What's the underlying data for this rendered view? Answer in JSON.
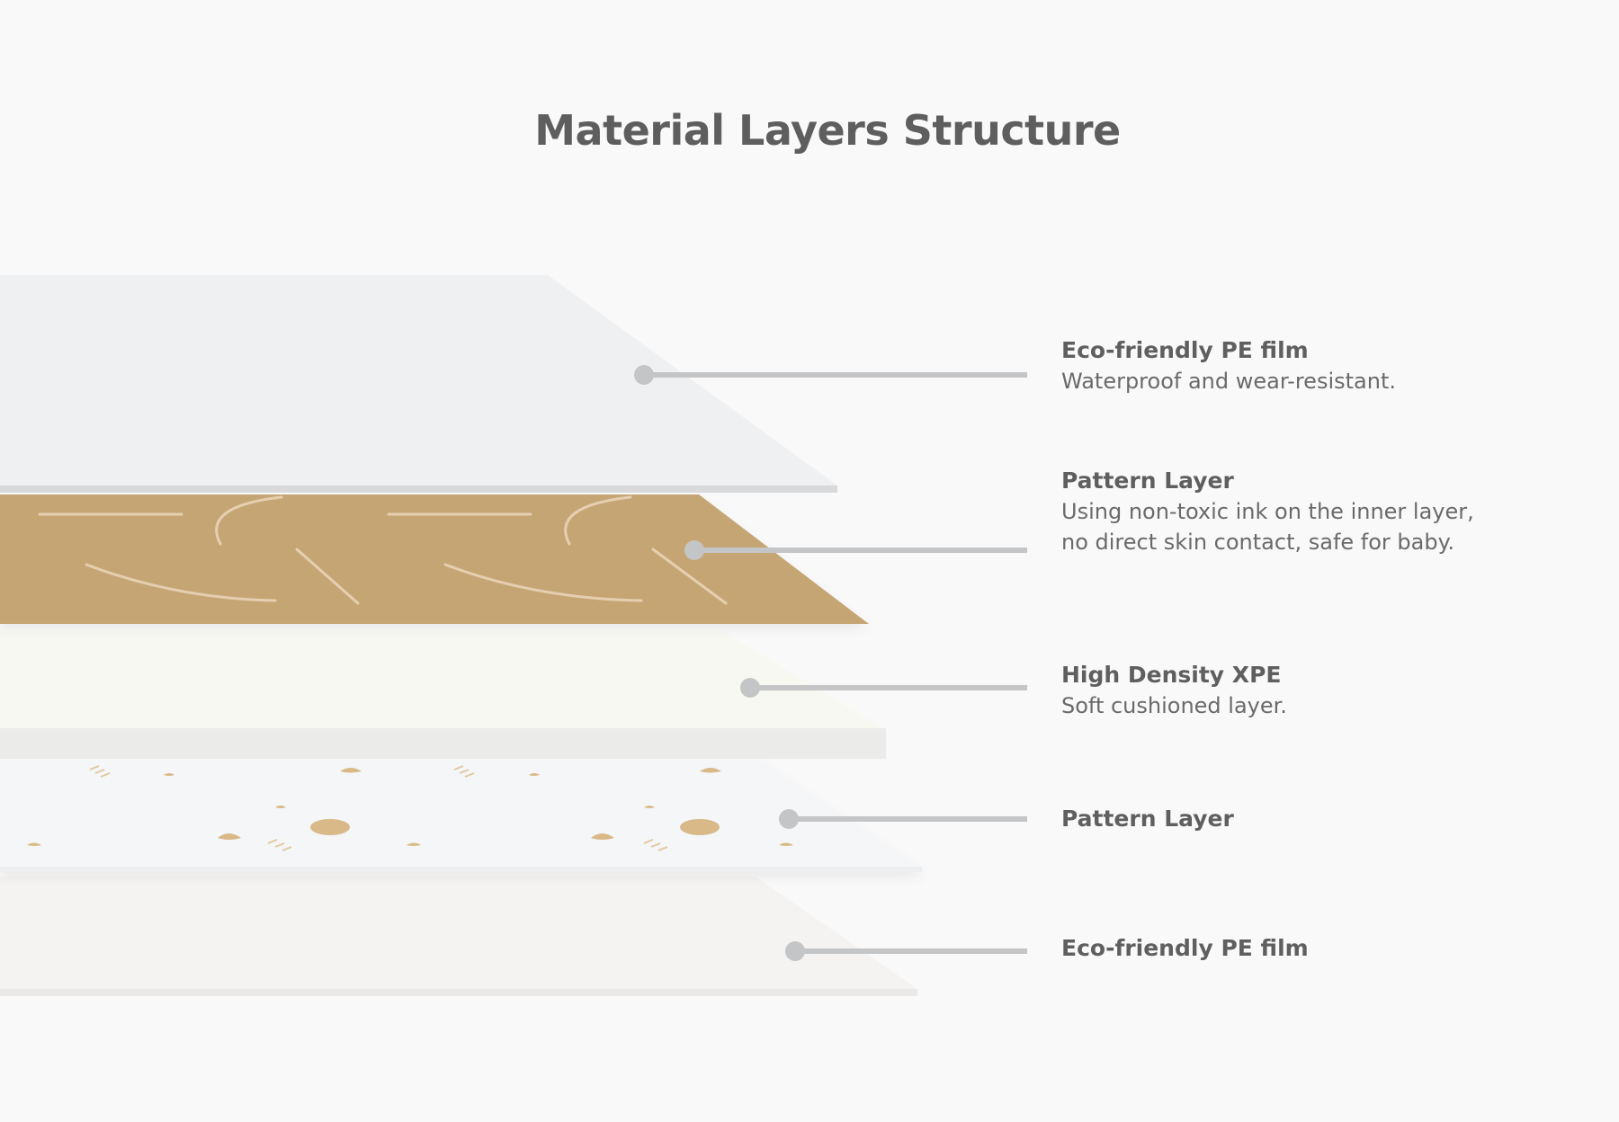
{
  "title": "Material Layers Structure",
  "colors": {
    "background": "#faf9f9",
    "pe_film_top": "#eff0f1",
    "pattern_layer": "#c6a574",
    "xpe_layer": "#f8f8f2",
    "pattern_print": "#f4f6f8",
    "pe_film_bottom": "#f4f3f2",
    "leader_line": "#c4c5c6",
    "text_title": "#5f5f5f",
    "text_desc": "#6a6a6a"
  },
  "layers": [
    {
      "title": "Eco-friendly PE film",
      "description_lines": [
        "Waterproof and wear-resistant."
      ]
    },
    {
      "title": "Pattern Layer",
      "description_lines": [
        "Using non-toxic ink on the inner layer,",
        "no direct skin contact, safe for baby."
      ]
    },
    {
      "title": "High Density XPE",
      "description_lines": [
        "Soft cushioned layer."
      ]
    },
    {
      "title": "Pattern Layer",
      "description_lines": []
    },
    {
      "title": "Eco-friendly PE film",
      "description_lines": []
    }
  ]
}
